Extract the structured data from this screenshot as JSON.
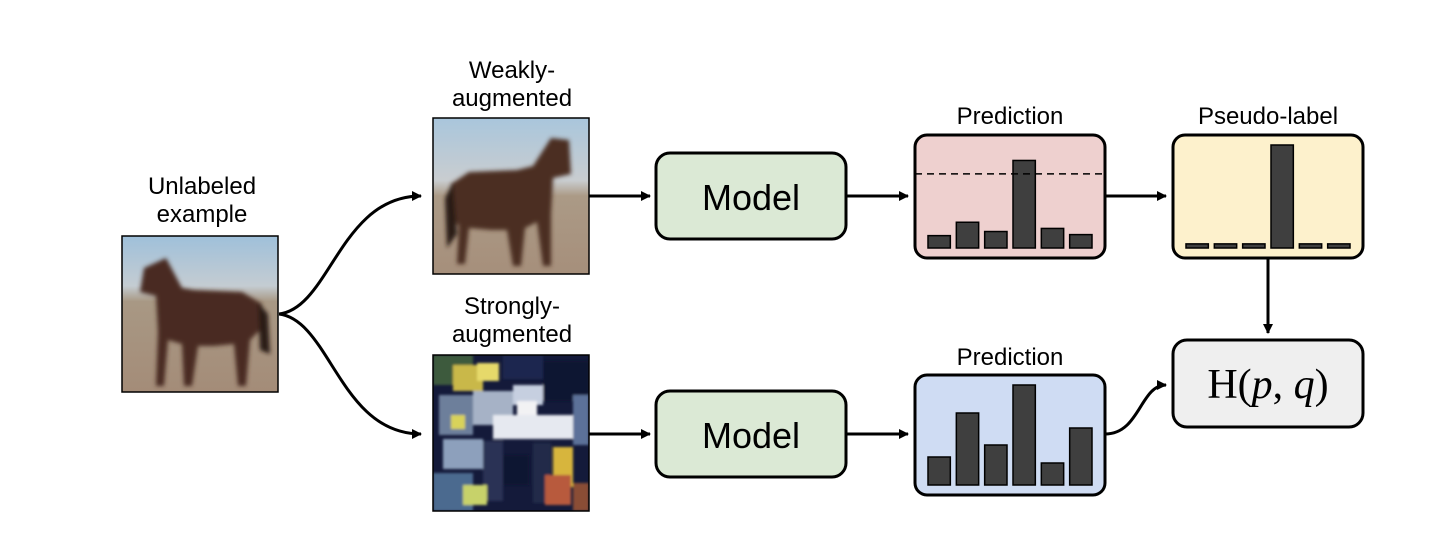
{
  "input": {
    "label_line1": "Unlabeled",
    "label_line2": "example",
    "image": "horse-photo"
  },
  "weak": {
    "label_line1": "Weakly-",
    "label_line2": "augmented",
    "image": "horse-photo-weak-augmentation"
  },
  "strong": {
    "label_line1": "Strongly-",
    "label_line2": "augmented",
    "image": "horse-photo-strong-augmentation"
  },
  "model_top": {
    "label": "Model"
  },
  "model_bottom": {
    "label": "Model"
  },
  "pred_top": {
    "title": "Prediction",
    "values": [
      0.12,
      0.25,
      0.16,
      0.85,
      0.19,
      0.13
    ],
    "threshold": 0.72
  },
  "pseudo": {
    "title": "Pseudo-label",
    "values": [
      0.04,
      0.04,
      0.04,
      1.0,
      0.04,
      0.04
    ]
  },
  "pred_bottom": {
    "title": "Prediction",
    "values": [
      0.28,
      0.72,
      0.4,
      1.0,
      0.22,
      0.57
    ]
  },
  "loss": {
    "label": "H",
    "open": "(",
    "p": "p",
    "comma": ", ",
    "q": "q",
    "close": ")"
  },
  "colors": {
    "model_fill": "#dbe9d5",
    "pred_top_fill": "#eed0cf",
    "pseudo_fill": "#fdf1cc",
    "pred_bottom_fill": "#cfdcf3",
    "loss_fill": "#efefef",
    "bar": "#3f3f3f",
    "stroke": "#000000"
  }
}
